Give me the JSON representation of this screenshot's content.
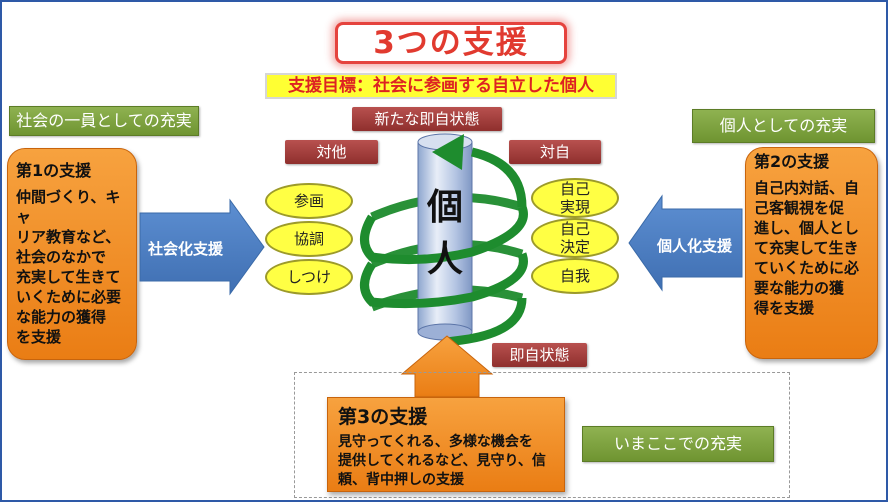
{
  "title": "3つの支援",
  "goal": "支援目標：社会に参画する自立した個人",
  "left_header": "社会の一員としての充実",
  "right_header": "個人としての充実",
  "bottom_header": "いまここでの充実",
  "new_state_label": "新たな即自状態",
  "current_state_label": "即自状態",
  "taita_label": "対他",
  "taiji_label": "対自",
  "center_label": "個\n人",
  "left_arrow_label": "社会化支援",
  "right_arrow_label": "個人化支援",
  "support1": {
    "head": "第1の支援",
    "body": "仲間づくり、キャ\nリア教育など、\n社会のなかで\n充実して生きて\nいくために必要\nな能力の獲得\nを支援"
  },
  "support2": {
    "head": "第2の支援",
    "body": "自己内対話、自\n己客観視を促\n進し、個人とし\nて充実して生き\nていくために必\n要な能力の獲\n得を支援"
  },
  "support3": {
    "head": "第3の支援",
    "body": "見守ってくれる、多様な機会を\n提供してくれるなど、見守り、信\n頼、背中押しの支援"
  },
  "left_ovals": [
    "参画",
    "協調",
    "しつけ"
  ],
  "right_ovals": [
    "自己\n実現",
    "自己\n決定",
    "自我"
  ],
  "colors": {
    "title_red": "#e13a2f",
    "goal_yellow": "#ffff33",
    "arrow_blue": "#4f7fc1",
    "spiral_green": "#1e8c2e",
    "box_orange": "#ea7d14",
    "label_green": "#77a03a",
    "label_red": "#9e3b39"
  }
}
